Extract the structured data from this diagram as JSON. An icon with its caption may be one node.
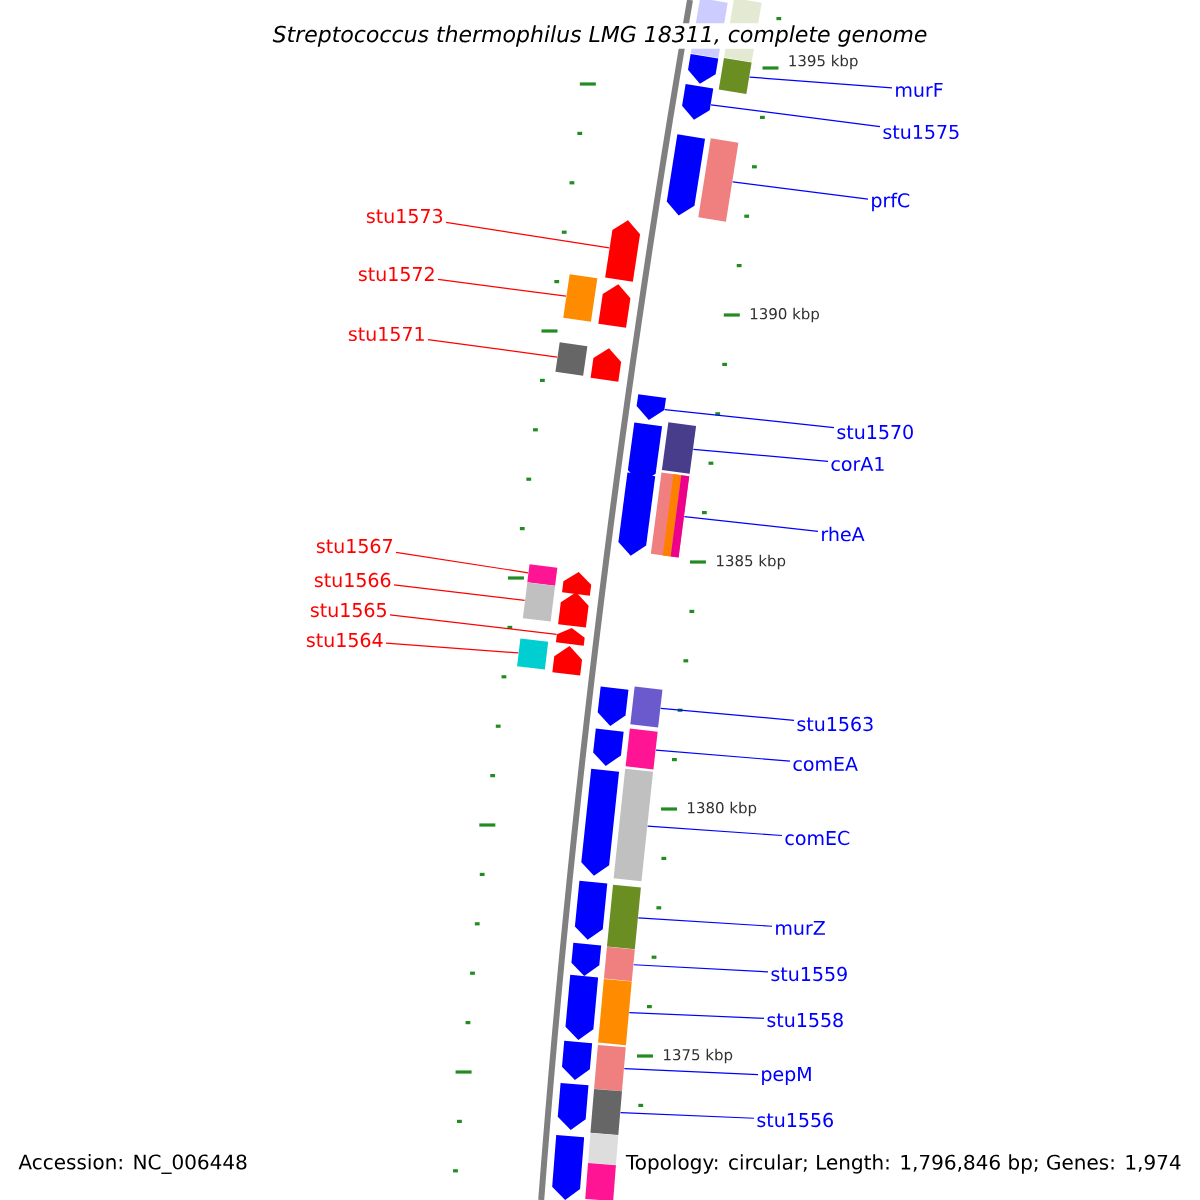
{
  "diagram": {
    "title": "Streptococcus thermophilus LMG 18311, complete genome",
    "nodes": [
      {
        "text": [
          "murF"
        ]
      },
      {
        "text": [],
        "shape": "box"
      },
      {
        "text": [
          "stu1575"
        ]
      },
      {
        "text": [],
        "shape": "arrow"
      },
      {
        "text": [
          "prfC"
        ]
      },
      {
        "text": [],
        "shape": "box"
      },
      {
        "text": [
          "stu1573"
        ]
      },
      {
        "text": [],
        "shape": "arrow"
      },
      {
        "text": [
          "stu1572"
        ]
      },
      {
        "text": [],
        "shape": "box"
      },
      {
        "text": [
          "stu1571"
        ]
      },
      {
        "text": [],
        "shape": "box"
      },
      {
        "text": [
          "stu1570"
        ]
      },
      {
        "text": [],
        "shape": "arrow"
      },
      {
        "text": [
          "corA1"
        ]
      },
      {
        "text": [],
        "shape": "box"
      },
      {
        "text": [
          "rheA"
        ]
      },
      {
        "text": [],
        "shape": "box"
      },
      {
        "text": [
          "stu1567"
        ]
      },
      {
        "text": [],
        "shape": "box"
      },
      {
        "text": [
          "stu1566"
        ]
      },
      {
        "text": [],
        "shape": "box"
      },
      {
        "text": [
          "stu1565"
        ]
      },
      {
        "text": [],
        "shape": "arrow"
      },
      {
        "text": [
          "stu1564"
        ]
      },
      {
        "text": [],
        "shape": "box"
      },
      {
        "text": [
          "stu1563"
        ]
      },
      {
        "text": [],
        "shape": "box"
      },
      {
        "text": [
          "comEA"
        ]
      },
      {
        "text": [],
        "shape": "box"
      },
      {
        "text": [
          "comEC"
        ]
      },
      {
        "text": [],
        "shape": "box"
      },
      {
        "text": [
          "murZ"
        ]
      },
      {
        "text": [],
        "shape": "box"
      },
      {
        "text": [
          "stu1559"
        ]
      },
      {
        "text": [],
        "shape": "box"
      },
      {
        "text": [
          "stu1558"
        ]
      },
      {
        "text": [],
        "shape": "box"
      },
      {
        "text": [
          "pepM"
        ]
      },
      {
        "text": [],
        "shape": "box"
      },
      {
        "text": [
          "stu1556"
        ]
      },
      {
        "text": [],
        "shape": "box"
      },
      {
        "text": [],
        "shape": "box"
      },
      {
        "text": [],
        "shape": "arrow"
      },
      {
        "text": [],
        "shape": "arrow"
      },
      {
        "text": [],
        "shape": "arrow"
      },
      {
        "text": [],
        "shape": "arrow"
      },
      {
        "text": [],
        "shape": "arrow"
      },
      {
        "text": [],
        "shape": "arrow"
      },
      {
        "text": [],
        "shape": "arrow"
      },
      {
        "text": [],
        "shape": "arrow"
      },
      {
        "text": [],
        "shape": "arrow"
      },
      {
        "text": [],
        "shape": "arrow"
      },
      {
        "text": [],
        "shape": "arrow"
      },
      {
        "text": [],
        "shape": "arrow"
      },
      {
        "text": [],
        "shape": "arrow"
      },
      {
        "text": [],
        "shape": "arrow"
      },
      {
        "text": [],
        "shape": "arrow"
      },
      {
        "text": [],
        "shape": "arrow"
      },
      {
        "text": [],
        "shape": "arrow"
      },
      {
        "text": [],
        "shape": "arrow"
      },
      {
        "text": [],
        "shape": "box"
      },
      {
        "text": [],
        "shape": "box"
      },
      {
        "text": [],
        "shape": "box"
      }
    ],
    "edges": [
      {
        "from": 0,
        "to": 1,
        "arrow": "none"
      },
      {
        "from": 2,
        "to": 3,
        "arrow": "none"
      },
      {
        "from": 4,
        "to": 5,
        "arrow": "none"
      },
      {
        "from": 6,
        "to": 7,
        "arrow": "none",
        "color": "#ff0000"
      },
      {
        "from": 8,
        "to": 9,
        "arrow": "none",
        "color": "#ff0000"
      },
      {
        "from": 10,
        "to": 11,
        "arrow": "none",
        "color": "#ff0000"
      },
      {
        "from": 12,
        "to": 13,
        "arrow": "none"
      },
      {
        "from": 14,
        "to": 15,
        "arrow": "none"
      },
      {
        "from": 16,
        "to": 17,
        "arrow": "none"
      },
      {
        "from": 18,
        "to": 19,
        "arrow": "none",
        "color": "#ff0000"
      },
      {
        "from": 20,
        "to": 21,
        "arrow": "none",
        "color": "#ff0000"
      },
      {
        "from": 22,
        "to": 23,
        "arrow": "none",
        "color": "#ff0000"
      },
      {
        "from": 24,
        "to": 25,
        "arrow": "none",
        "color": "#ff0000"
      },
      {
        "from": 26,
        "to": 27,
        "arrow": "none"
      },
      {
        "from": 28,
        "to": 29,
        "arrow": "none"
      },
      {
        "from": 30,
        "to": 31,
        "arrow": "none"
      },
      {
        "from": 32,
        "to": 33,
        "arrow": "none"
      },
      {
        "from": 34,
        "to": 35,
        "arrow": "none"
      },
      {
        "from": 36,
        "to": 37,
        "arrow": "none"
      },
      {
        "from": 38,
        "to": 39,
        "arrow": "none"
      },
      {
        "from": 40,
        "to": 41,
        "arrow": "none"
      }
    ],
    "labels": [
      "1395 kbp",
      "1390 kbp",
      "1385 kbp",
      "1380 kbp",
      "1375 kbp",
      "Accession: NC_006448",
      "Topology: circular; Length: 1,796,846 bp; Genes: 1,974"
    ]
  }
}
